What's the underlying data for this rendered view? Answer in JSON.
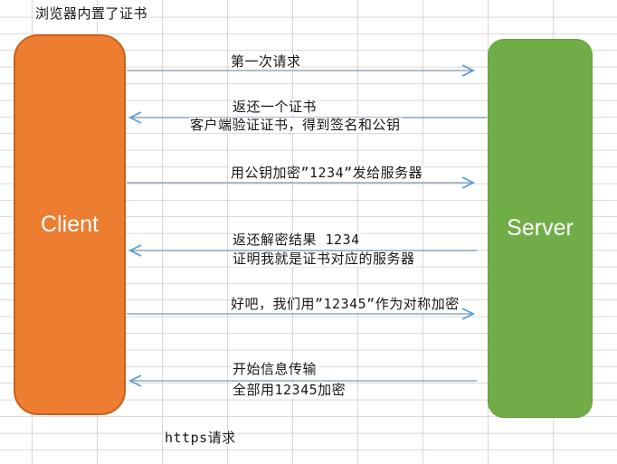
{
  "theme": {
    "grid_color": "#d7d7d7",
    "client_fill": "#ED7D31",
    "client_border": "#C9611C",
    "server_fill": "#70AD47",
    "server_border": "#66A040",
    "arrow_line_color": "#90A9C2",
    "arrow_head_color": "#5B9BD5",
    "label_text_color": "#171717"
  },
  "diagram": {
    "top_note": "浏览器内置了证书",
    "bottom_note": "https请求",
    "actors": [
      {
        "name": "Client"
      },
      {
        "name": "Server"
      }
    ],
    "messages": [
      {
        "direction": "right",
        "lines": [
          "第一次请求"
        ]
      },
      {
        "direction": "left",
        "lines": [
          "返还一个证书",
          "客户端验证证书，得到签名和公钥"
        ]
      },
      {
        "direction": "right",
        "lines": [
          "用公钥加密”1234”发给服务器"
        ]
      },
      {
        "direction": "left",
        "lines": [
          "返还解密结果 1234",
          "证明我就是证书对应的服务器"
        ]
      },
      {
        "direction": "right",
        "lines": [
          "好吧，我们用”12345”作为对称加密"
        ]
      },
      {
        "direction": "left",
        "lines": [
          "开始信息传输",
          "全部用12345加密"
        ]
      }
    ]
  }
}
